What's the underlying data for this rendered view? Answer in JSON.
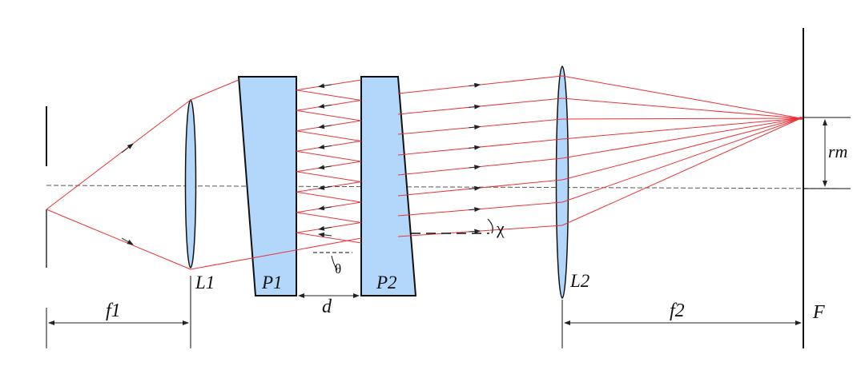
{
  "labels": {
    "lens1": "L1",
    "lens2": "L2",
    "plate1": "P1",
    "plate2": "P2",
    "separation": "d",
    "focal1": "f1",
    "focal2": "f2",
    "focal_plane": "F",
    "radius": "rm",
    "tilt_angle": "θ",
    "ray_angle": "χ"
  },
  "colors": {
    "ray": "#e8343a",
    "glass_fill": "#b3d7fb",
    "outline": "#111111",
    "axis": "#555555"
  }
}
